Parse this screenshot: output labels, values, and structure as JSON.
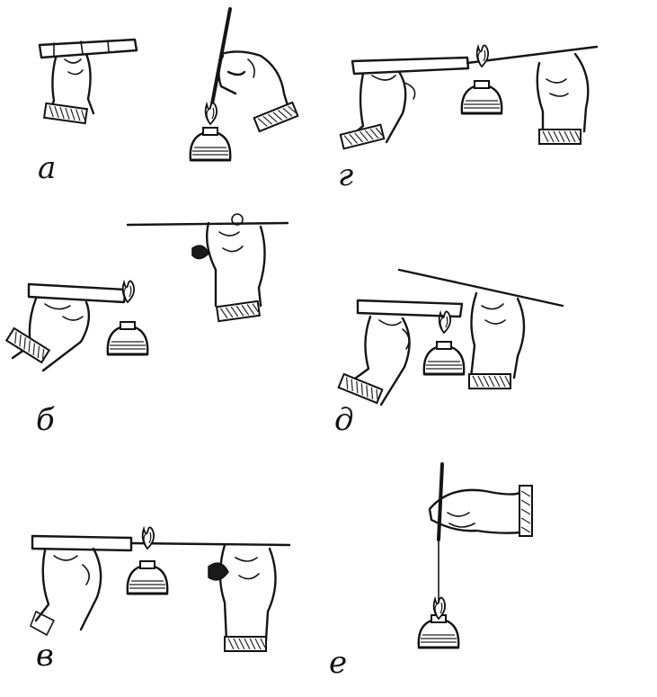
{
  "figure": {
    "panels": [
      {
        "id": "a",
        "label": "а"
      },
      {
        "id": "g",
        "label": "г"
      },
      {
        "id": "b",
        "label": "б"
      },
      {
        "id": "d",
        "label": "д"
      },
      {
        "id": "v",
        "label": "в"
      },
      {
        "id": "e",
        "label": "е"
      }
    ],
    "ink_color": "#151515",
    "paper_color": "#ffffff"
  }
}
